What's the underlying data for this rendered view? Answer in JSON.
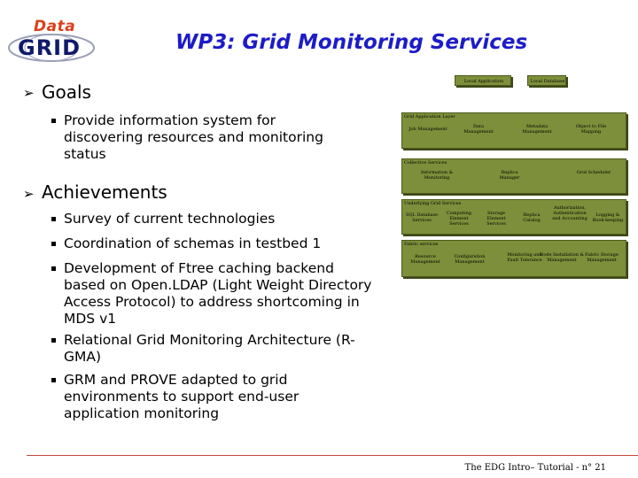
{
  "logo": {
    "top_word": "Data",
    "bottom_word": "GRID"
  },
  "title": "WP3: Grid Monitoring Services",
  "goals": {
    "heading": "Goals",
    "items": [
      "Provide information system for discovering resources and monitoring status"
    ]
  },
  "achievements": {
    "heading": "Achievements",
    "items": [
      "Survey of current technologies",
      "Coordination of schemas in testbed 1",
      "Development of Ftree caching backend based on Open.LDAP (Light Weight Directory Access Protocol) to address shortcoming in MDS v1",
      "Relational Grid Monitoring Architecture (R-GMA)",
      "GRM and PROVE adapted to grid environments to support end-user application monitoring"
    ]
  },
  "diagram": {
    "top_boxes": [
      "Local Application",
      "Local Database"
    ],
    "grid_application_layer": {
      "label": "Grid Application Layer",
      "boxes": [
        "Job Management",
        "Data Management",
        "Metadata Management",
        "Object to File Mapping"
      ]
    },
    "collective_services": {
      "label": "Collective Services",
      "boxes": [
        "Information & Monitoring",
        "Replica Manager",
        "Grid Scheduler"
      ]
    },
    "underlying_grid_services": {
      "label": "Underlying Grid Services",
      "boxes": [
        "SQL Database Services",
        "Computing Element Services",
        "Storage Element Services",
        "Replica Catalog",
        "Authorization, Authentication and Accounting",
        "Logging & Book-keeping"
      ]
    },
    "fabric_services": {
      "label": "Fabric services",
      "boxes": [
        "Resource Management",
        "Configuration Management",
        "Monitoring and Fault Tolerance",
        "Node Installation & Management",
        "Fabric Storage Management"
      ]
    }
  },
  "footer": "The EDG Intro– Tutorial - n° 21"
}
